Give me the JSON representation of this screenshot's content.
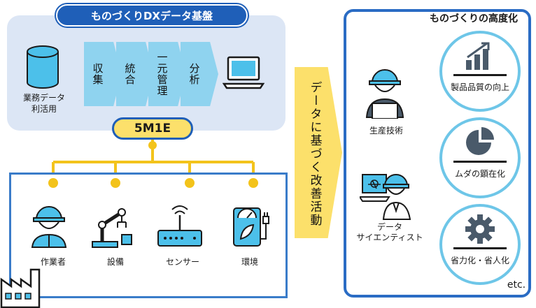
{
  "title": "ものづくりDXデータ基盤",
  "database_label_line1": "業務データ",
  "database_label_line2": "利活用",
  "steps": [
    "収集",
    "統合",
    "一元管理",
    "分析"
  ],
  "center_pill": "5M1E",
  "elements": [
    "作業者",
    "設備",
    "センサー",
    "環境"
  ],
  "arrow_text": "データに基づく改善活動",
  "people": [
    {
      "label": "生産技術"
    },
    {
      "label_line1": "データ",
      "label_line2": "サイエンティスト"
    }
  ],
  "right_title": "ものづくりの高度化",
  "outcomes": [
    "製品品質の向上",
    "ムダの顕在化",
    "省力化・省人化"
  ],
  "etc": "etc.",
  "colors": {
    "primary_blue": "#1f5fb8",
    "panel_bg": "#dce6f5",
    "step_fill": "#8fd3ef",
    "yellow": "#fce06b",
    "connector": "#f3c31b",
    "circle_border": "#6ec6e8",
    "icon_gray": "#4a5a6a"
  }
}
